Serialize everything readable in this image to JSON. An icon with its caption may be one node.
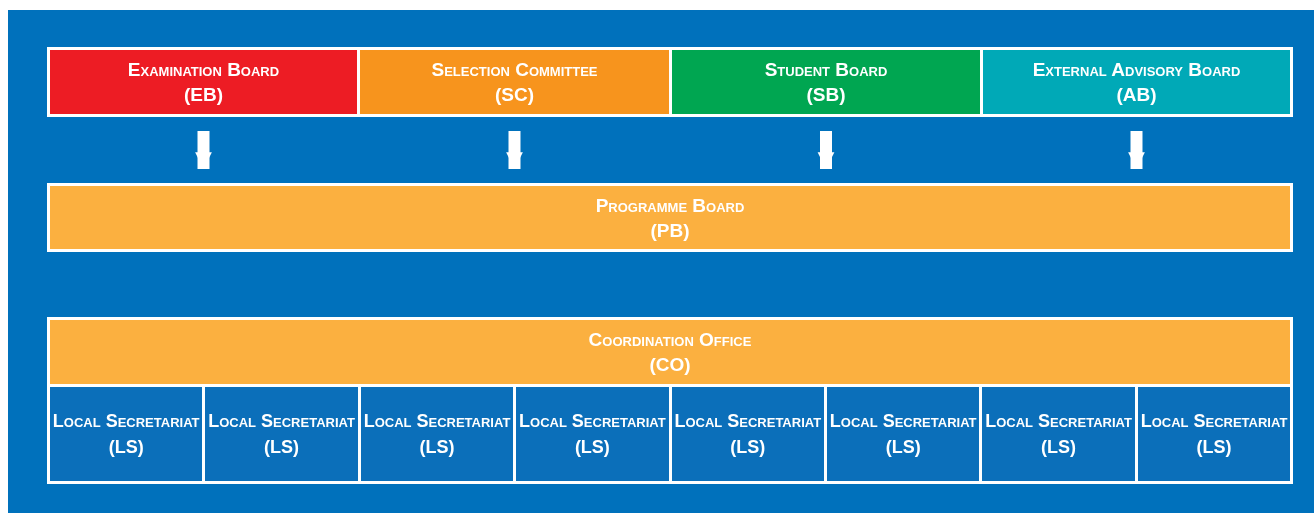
{
  "diagram": {
    "nodes": [
      {
        "text": [
          "Examination Board",
          "(EB)"
        ]
      },
      {
        "text": [
          "Selection Committee",
          "(SC)"
        ]
      },
      {
        "text": [
          "Student Board",
          "(SB)"
        ]
      },
      {
        "text": [
          "External Advisory Board",
          "(AB)"
        ]
      },
      {
        "text": [
          "Programme Board",
          "(PB)"
        ]
      },
      {
        "text": [
          "Coordination Office",
          "(CO)"
        ]
      },
      {
        "text": [
          "Local Secretariat",
          "(LS)"
        ]
      },
      {
        "text": [
          "Local Secretariat",
          "(LS)"
        ]
      },
      {
        "text": [
          "Local Secretariat",
          "(LS)"
        ]
      },
      {
        "text": [
          "Local Secretariat",
          "(LS)"
        ]
      },
      {
        "text": [
          "Local Secretariat",
          "(LS)"
        ]
      },
      {
        "text": [
          "Local Secretariat",
          "(LS)"
        ]
      },
      {
        "text": [
          "Local Secretariat",
          "(LS)"
        ]
      },
      {
        "text": [
          "Local Secretariat",
          "(LS)"
        ]
      }
    ],
    "edges": [
      {
        "from": 0,
        "to": 4,
        "arrow": "to"
      },
      {
        "from": 1,
        "to": 4,
        "arrow": "to"
      },
      {
        "from": 2,
        "to": 4,
        "arrow": "to"
      },
      {
        "from": 3,
        "to": 4,
        "arrow": "to"
      }
    ]
  }
}
